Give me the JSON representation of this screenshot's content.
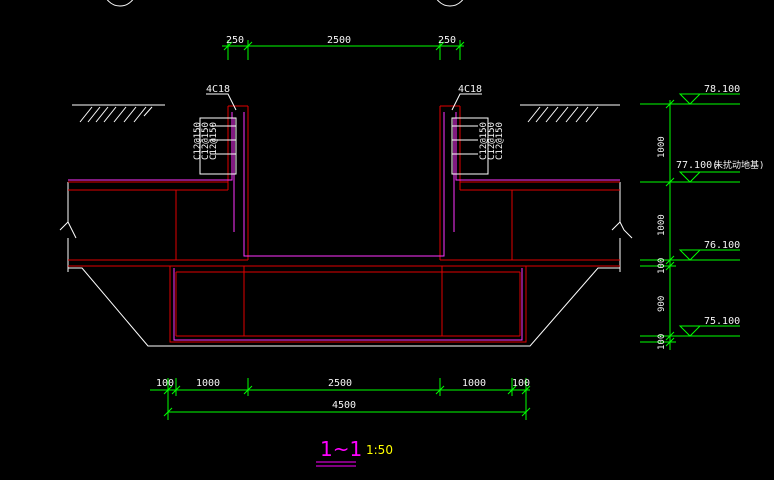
{
  "top_dims": {
    "left": "250",
    "center": "2500",
    "right": "250"
  },
  "bottom_dims": {
    "a": "100",
    "b": "1000",
    "c": "2500",
    "d": "1000",
    "e": "100",
    "total": "4500"
  },
  "rebar": {
    "top_left": "4C18",
    "top_right": "4C18",
    "vertical": "C12@150"
  },
  "elevations": {
    "e1": "78.100",
    "e2": "77.100(",
    "e2_note": "未扰动地基)",
    "e3": "76.100",
    "e4": "75.100"
  },
  "side_dims": {
    "d1": "1000",
    "d2": "1000",
    "d3": "100",
    "d4": "900",
    "d5": "100"
  },
  "section": {
    "label": "1~1",
    "scale": "1:50"
  },
  "colors": {
    "concrete": "#e00000",
    "rebar": "#ff33ff",
    "dimension": "#00ff00",
    "line": "#ffffff",
    "title": "#ff00ff",
    "scale": "#ffff00"
  }
}
